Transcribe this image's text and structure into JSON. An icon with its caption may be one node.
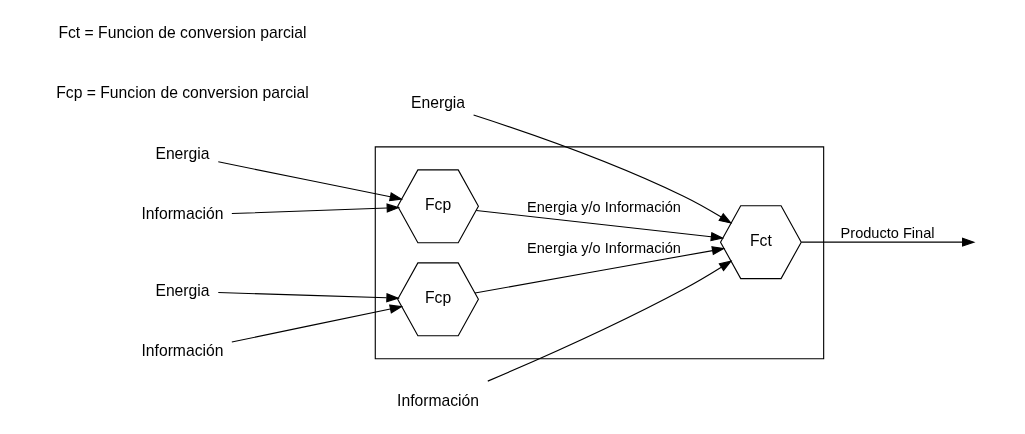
{
  "diagram": {
    "nodes": [
      {
        "text": [],
        "shape": "box"
      },
      {
        "text": [
          "Fcp"
        ],
        "in": 0
      },
      {
        "text": [
          "Fct"
        ],
        "in": 0
      },
      {
        "text": [
          "Fcp"
        ],
        "in": 0
      },
      {
        "text": [
          "Energia"
        ]
      },
      {
        "text": [
          "Información"
        ]
      },
      {
        "text": [
          "Energia"
        ]
      },
      {
        "text": [
          "Información"
        ]
      },
      {
        "text": [
          "Energia"
        ]
      },
      {
        "text": [
          "Información"
        ]
      }
    ],
    "edges": [
      {
        "from": 4,
        "to": 1,
        "arrow": "to"
      },
      {
        "from": 5,
        "to": 1,
        "arrow": "to"
      },
      {
        "from": 1,
        "to": 2,
        "arrow": "to",
        "label": "Energia y/o Información"
      },
      {
        "from": 6,
        "to": 2,
        "arrow": "to"
      },
      {
        "from": 7,
        "to": 2,
        "arrow": "to"
      },
      {
        "from": 2,
        "to": null,
        "arrow": "to",
        "label": "Producto Final"
      },
      {
        "from": 8,
        "to": 3,
        "arrow": "to"
      },
      {
        "from": 9,
        "to": 3,
        "arrow": "to"
      },
      {
        "from": 3,
        "to": 2,
        "arrow": "to",
        "label": "Energia y/o Información"
      }
    ],
    "labels": [
      "Fcp = Funcion de conversion parcial",
      "Fct = Funcion de conversion parcial"
    ]
  }
}
